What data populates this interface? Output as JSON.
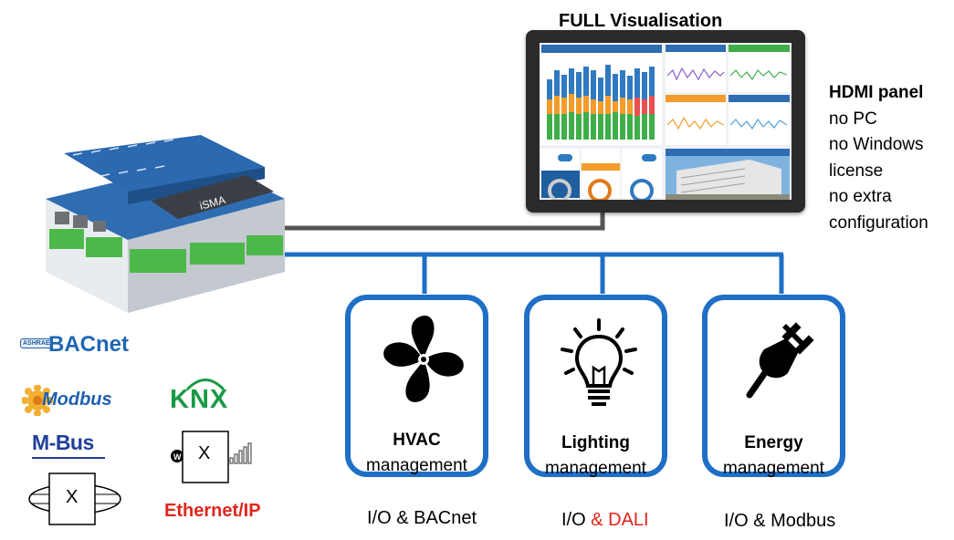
{
  "visualisation": {
    "title": "FULL Visualisation"
  },
  "hdmi_panel": {
    "heading": "HDMI panel",
    "lines": [
      "no PC",
      "no Windows",
      "license",
      "no extra",
      "configuration"
    ]
  },
  "modules": [
    {
      "title": "HVAC",
      "subtitle": "management",
      "protocol_prefix": "I/O & BACnet",
      "protocol_accent": ""
    },
    {
      "title": "Lighting",
      "subtitle": "management",
      "protocol_prefix": "I/O",
      "protocol_accent": "& DALI"
    },
    {
      "title": "Energy",
      "subtitle": "management",
      "protocol_prefix": "I/O & Modbus",
      "protocol_accent": ""
    }
  ],
  "protocols": {
    "bacnet": "BACnet",
    "bacnet_badge": "ASHRAE",
    "modbus": "Modbus",
    "mbus": "M-Bus",
    "knx": "KNX",
    "ethernet_ip": "Ethernet/IP",
    "placeholder_left": "X",
    "placeholder_right": "X"
  },
  "device": {
    "brand": "iSMA"
  },
  "colors": {
    "bus_line": "#1f6fc6",
    "hdmi_line": "#555555",
    "accent_red": "#e0261c",
    "knx_green": "#1a9a45"
  }
}
